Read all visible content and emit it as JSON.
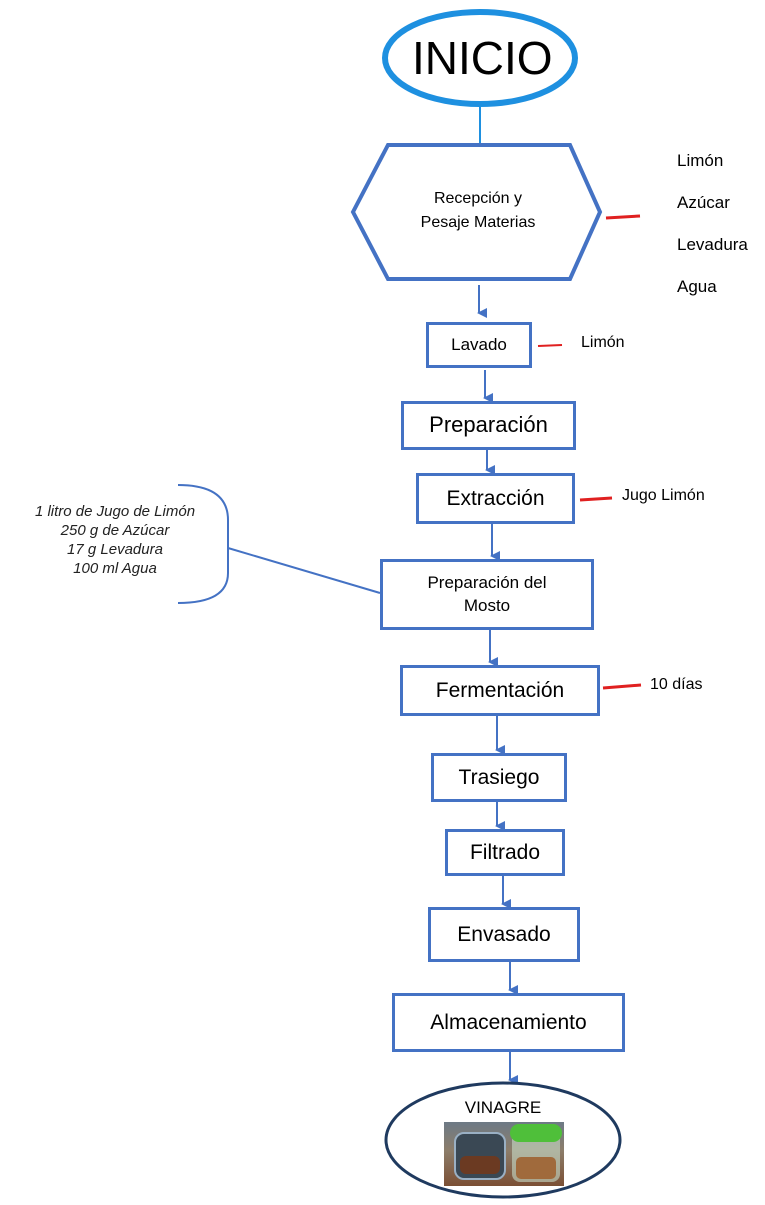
{
  "start": {
    "label": "INICIO"
  },
  "reception": {
    "line1": "Recepción y",
    "line2": "Pesaje Materias"
  },
  "raw_materials": [
    "Limón",
    "Azúcar",
    "Levadura",
    "Agua"
  ],
  "steps": {
    "lavado": "Lavado",
    "preparacion": "Preparación",
    "extraccion": "Extracción",
    "mosto_line1": "Preparación del",
    "mosto_line2": "Mosto",
    "fermentacion": "Fermentación",
    "trasiego": "Trasiego",
    "filtrado": "Filtrado",
    "envasado": "Envasado",
    "almacenamiento": "Almacenamiento"
  },
  "annotations": {
    "lavado": "Limón",
    "extraccion": "Jugo Limón",
    "fermentacion": "10 días"
  },
  "ingredients": [
    "1 litro de Jugo de Limón",
    "250 g de Azúcar",
    "17 g Levadura",
    "100 ml Agua"
  ],
  "end": {
    "label": "VINAGRE"
  },
  "colors": {
    "box_border": "#4472c4",
    "oval_border": "#1e90e0",
    "arrow": "#4472c4",
    "annotation_line": "#e02020"
  }
}
